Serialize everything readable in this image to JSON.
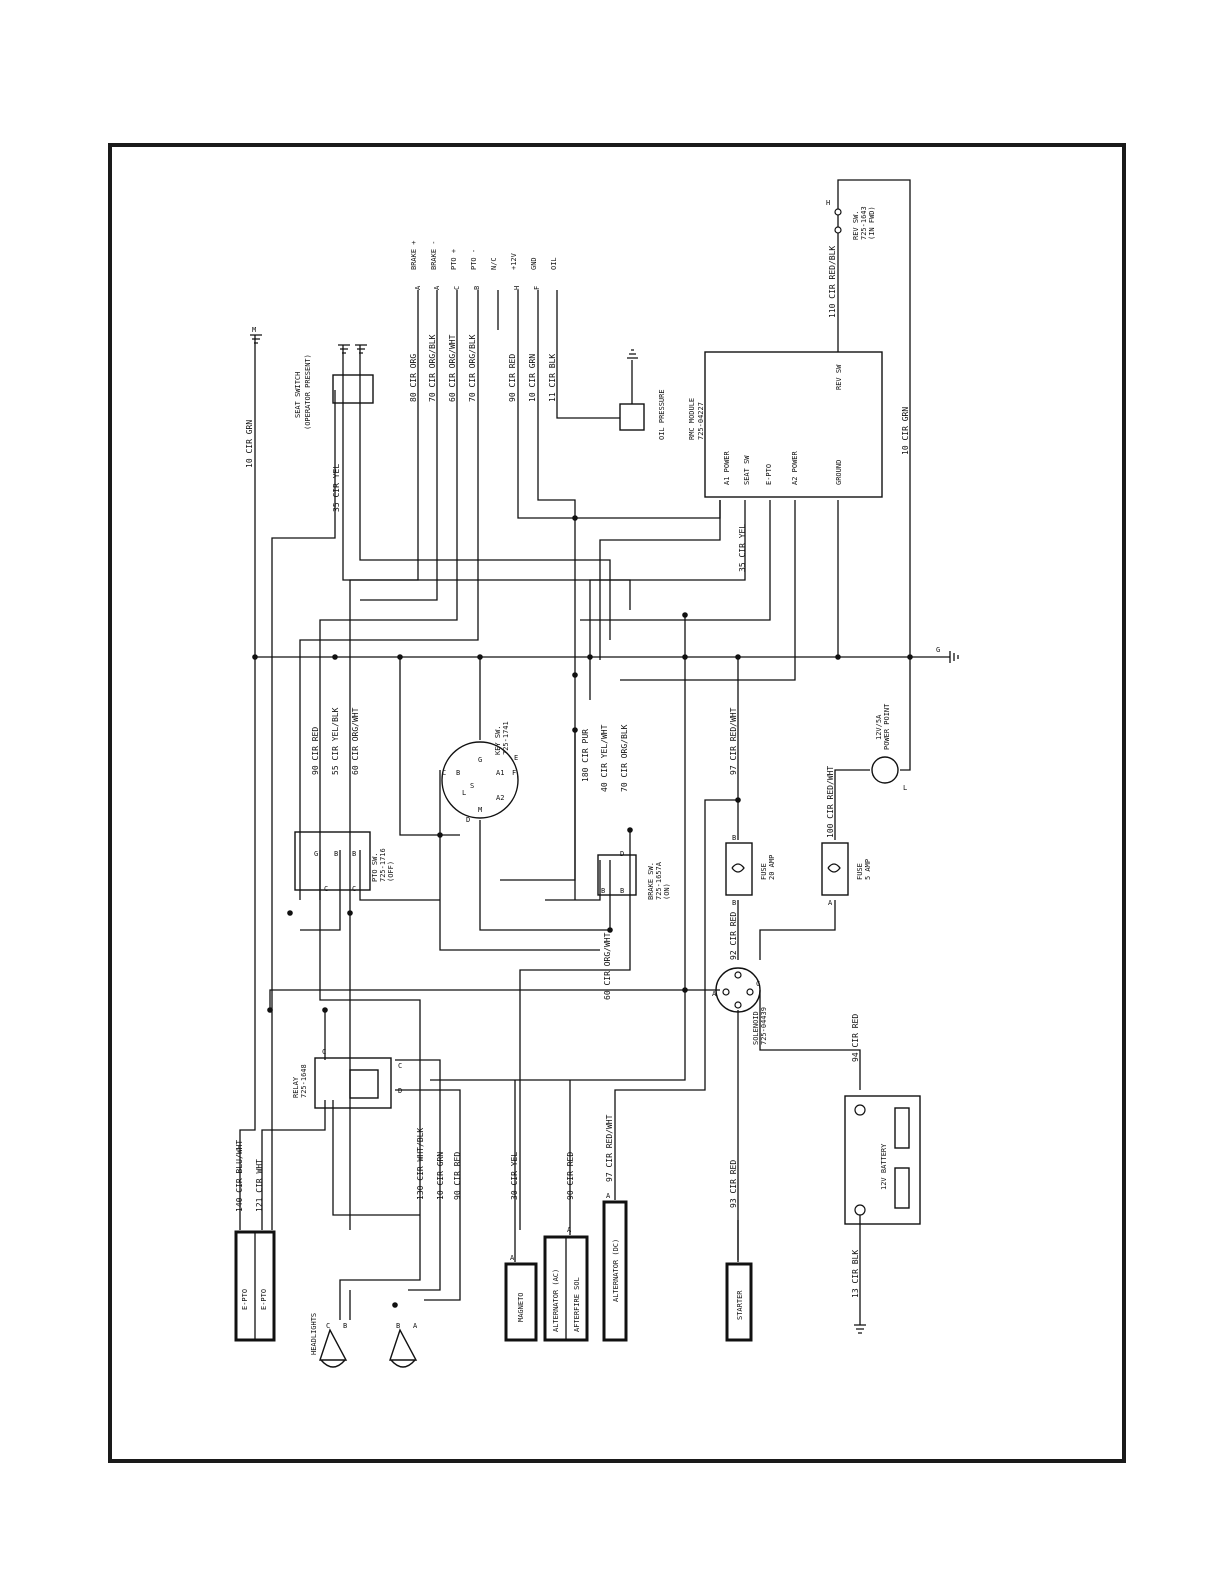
{
  "diagram": {
    "wires": {
      "w10_grn_top": "10 CIR GRN",
      "w35_yel": "35 CIR YEL",
      "w80_org": "80 CIR ORG",
      "w70_org_blk_top": "70 CIR ORG/BLK",
      "w60_org_wht_top": "60 CIR ORG/WHT",
      "w70_org_blk_top2": "70 CIR ORG/BLK",
      "w90_red_top": "90 CIR RED",
      "w10_grn_top2": "10 CIR GRN",
      "w11_blk": "11 CIR BLK",
      "w35_yel_mid": "35 CIR YEL",
      "w110_red_blk": "110 CIR RED/BLK",
      "w10_grn_right": "10 CIR GRN",
      "w90_red_mid": "90 CIR RED",
      "w55_yel_blk": "55 CIR YEL/BLK",
      "w60_org_wht_mid": "60 CIR ORG/WHT",
      "w180_pur": "180 CIR PUR",
      "w40_yel_wht": "40 CIR YEL/WHT",
      "w70_org_blk_mid": "70 CIR ORG/BLK",
      "w97_red_wht_mid": "97 CIR RED/WHT",
      "w100_red_wht": "100 CIR RED/WHT",
      "w92_red": "92 CIR RED",
      "w60_org_wht_low": "60 CIR ORG/WHT",
      "w94_red": "94 CIR RED",
      "w140_blu_wht": "140 CIR BLU/WHT",
      "w121_wht": "121 CIR WHT",
      "w130_wht_blk": "130 CIR WHT/BLK",
      "w10_grn_low": "10 CIR GRN",
      "w90_red_low": "90 CIR RED",
      "w30_yel": "30 CIR YEL",
      "w90_red_low2": "90 CIR RED",
      "w97_red_wht_low": "97 CIR RED/WHT",
      "w93_red": "93 CIR RED",
      "w13_blk": "13 CIR BLK"
    },
    "connector_pins": {
      "brake_plus": "BRAKE +",
      "brake_minus": "BRAKE -",
      "pto_plus": "PTO +",
      "pto_minus": "PTO -",
      "nc": "N/C",
      "plus12v": "+12V",
      "gnd": "GND",
      "oil": "OIL",
      "pin_a1": "A",
      "pin_a2": "A",
      "pin_c": "C",
      "pin_b": "B",
      "pin_h": "H",
      "pin_f": "F"
    },
    "components": {
      "seat_switch": "SEAT SWITCH",
      "seat_switch_sub": "(OPERATOR PRESENT)",
      "oil_pressure": "OIL PRESSURE",
      "rmc_module": "RMC MODULE",
      "rmc_part": "725-04227",
      "rmc_a1": "A1 POWER",
      "rmc_seat": "SEAT SW",
      "rmc_epto": "E-PTO",
      "rmc_a2": "A2 POWER",
      "rmc_ground": "GROUND",
      "rmc_rev": "REV SW",
      "rev_sw": "REV SW.",
      "rev_sw_part": "725-1643",
      "rev_sw_state": "(IN FWD)",
      "key_sw": "KEY SW.",
      "key_sw_part": "725-1741",
      "pto_sw": "PTO SW.",
      "pto_sw_part": "725-1716",
      "pto_sw_state": "(OFF)",
      "brake_sw": "BRAKE SW.",
      "brake_sw_part": "725-1657A",
      "brake_sw_state": "(ON)",
      "fuse20": "FUSE",
      "fuse20_amp": "20 AMP",
      "fuse5": "FUSE",
      "fuse5_amp": "5 AMP",
      "power_point": "12V/5A",
      "power_point_sub": "POWER POINT",
      "solenoid": "SOLENOID",
      "solenoid_part": "725-04439",
      "relay": "RELAY",
      "relay_part": "725-1648",
      "battery": "12V BATTERY",
      "headlights": "HEADLIGHTS",
      "epto_1": "E-PTO",
      "epto_2": "E-PTO",
      "magneto": "MAGNETO",
      "alt_ac": "ALTERNATOR (AC)",
      "afterfire": "AFTERFIRE SOL",
      "alt_dc": "ALTERNATOR (DC)",
      "starter": "STARTER"
    },
    "key_terminals": [
      "A1",
      "A2",
      "B",
      "G",
      "L",
      "S",
      "M",
      "C",
      "E",
      "F",
      "D"
    ],
    "switch_pins": {
      "g": "G",
      "b": "B",
      "c": "C",
      "d": "D",
      "a": "A",
      "h": "H",
      "l": "L",
      "m": "M"
    }
  }
}
